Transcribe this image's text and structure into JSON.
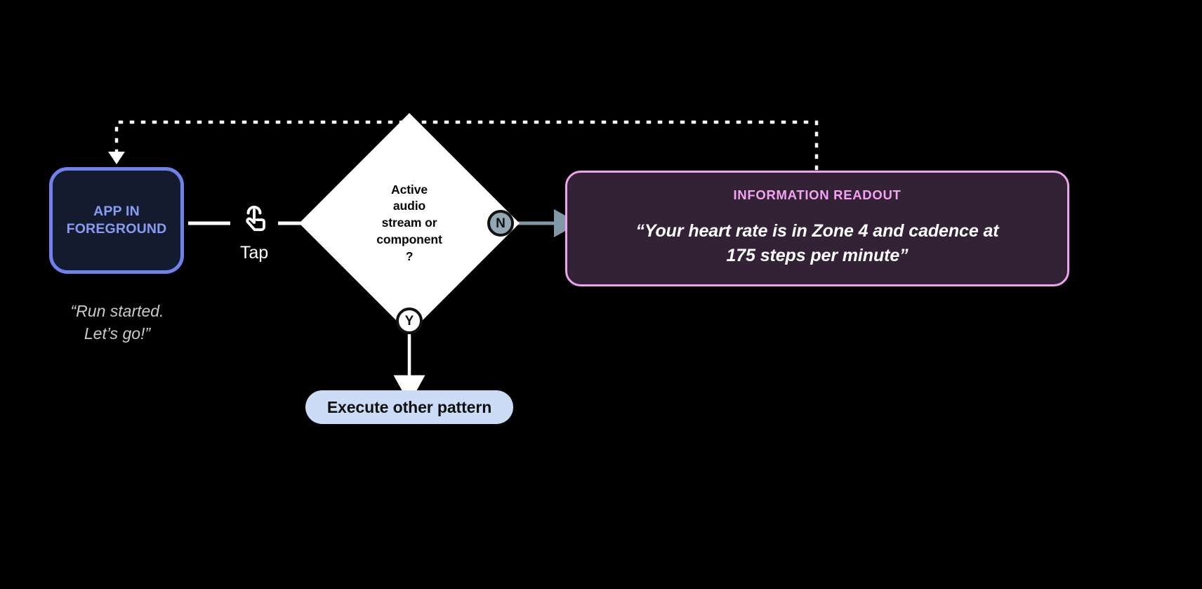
{
  "diagram": {
    "background_color": "#000000",
    "nodes": {
      "app_foreground": {
        "label_line1": "APP IN",
        "label_line2": "FOREGROUND",
        "text_color": "#8a9bf2",
        "border_color": "#6d82ea",
        "fill_color": "#141b2e"
      },
      "app_caption": {
        "line1": "“Run started.",
        "line2": "Let’s go!”",
        "text_color": "#c9cbcf"
      },
      "tap": {
        "icon": "tap-gesture-icon",
        "label": "Tap",
        "text_color": "#ffffff"
      },
      "decision": {
        "line1": "Active",
        "line2": "audio",
        "line3": "stream or",
        "line4": "component",
        "line5": "?",
        "fill_color": "#ffffff",
        "text_color": "#050505"
      },
      "branch_no": {
        "label": "N",
        "fill_color": "#93a8b4",
        "ring_color": "#121212"
      },
      "branch_yes": {
        "label": "Y",
        "fill_color": "#ffffff",
        "ring_color": "#121212"
      },
      "readout": {
        "title": "INFORMATION READOUT",
        "body_line1": "“Your heart rate is in Zone 4 and cadence at",
        "body_line2": "175 steps per minute”",
        "title_color": "#f4a3f2",
        "body_color": "#ffffff",
        "border_color": "#efa3ee",
        "fill_color": "#332236"
      },
      "execute_other": {
        "label": "Execute other pattern",
        "fill_color": "#ccdcf7",
        "text_color": "#101010"
      }
    },
    "connectors": {
      "app_to_decision": {
        "style": "solid",
        "color": "#ffffff"
      },
      "decision_to_readout": {
        "style": "solid",
        "color": "#7f9aa6"
      },
      "decision_to_execute": {
        "style": "solid",
        "color": "#ffffff"
      },
      "readout_back_to_app": {
        "style": "dotted",
        "color": "#ffffff"
      }
    }
  }
}
